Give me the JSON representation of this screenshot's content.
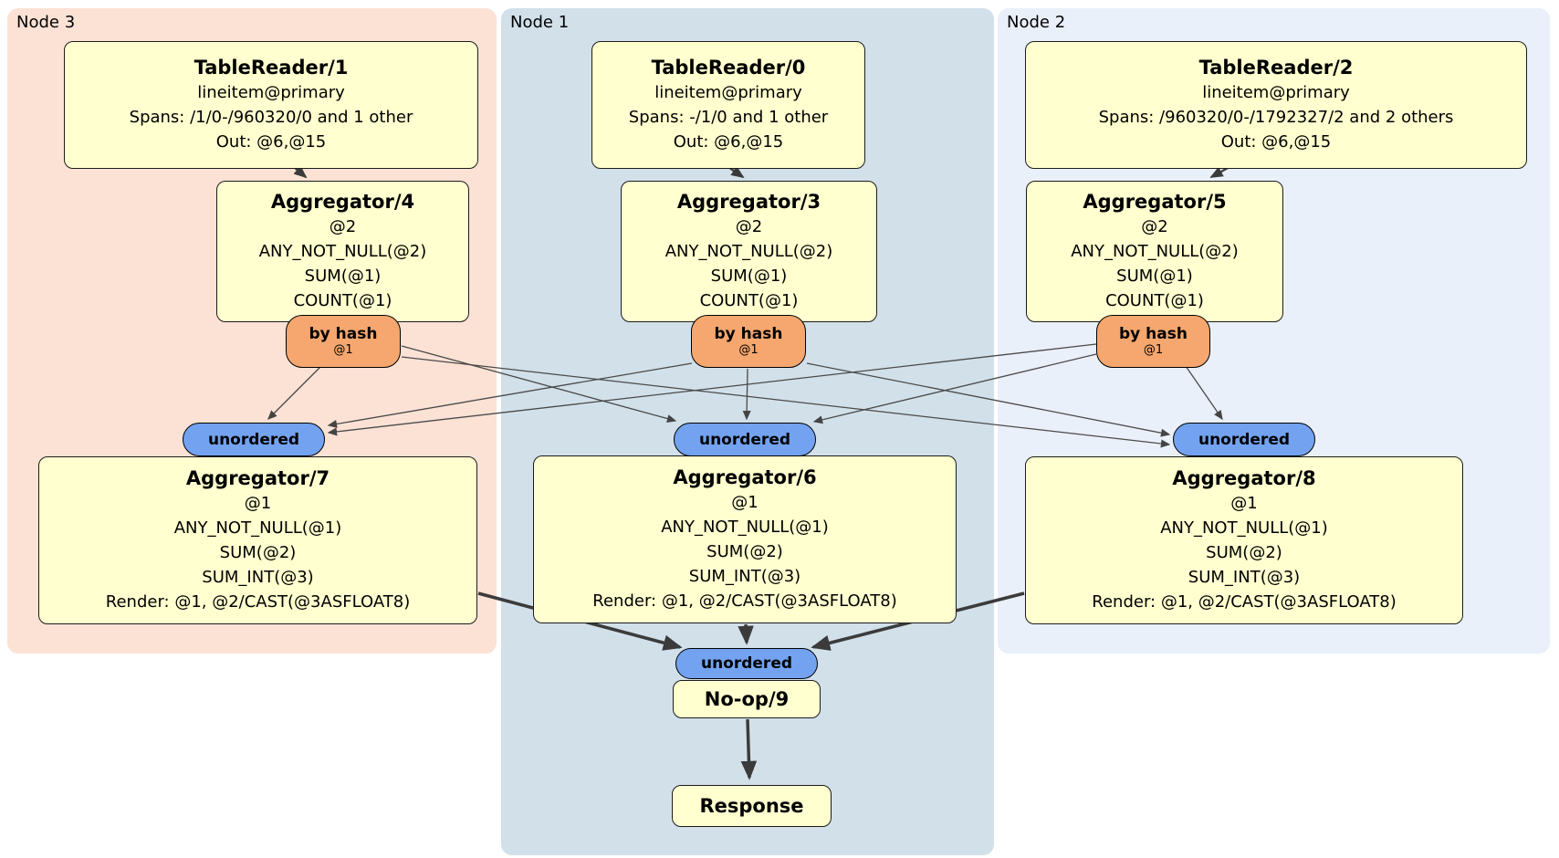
{
  "regions": [
    {
      "label": "Node 3",
      "color": "#fbe2d5"
    },
    {
      "label": "Node 1",
      "color": "#d2e0ea"
    },
    {
      "label": "Node 2",
      "color": "#eaf0fa"
    }
  ],
  "processors": {
    "tablereader1": {
      "title": "TableReader/1",
      "lines": [
        "lineitem@primary",
        "Spans: /1/0-/960320/0 and 1 other",
        "Out: @6,@15"
      ]
    },
    "tablereader0": {
      "title": "TableReader/0",
      "lines": [
        "lineitem@primary",
        "Spans: -/1/0 and 1 other",
        "Out: @6,@15"
      ]
    },
    "tablereader2": {
      "title": "TableReader/2",
      "lines": [
        "lineitem@primary",
        "Spans: /960320/0-/1792327/2 and 2 others",
        "Out: @6,@15"
      ]
    },
    "aggregator4": {
      "title": "Aggregator/4",
      "lines": [
        "@2",
        "ANY_NOT_NULL(@2)",
        "SUM(@1)",
        "COUNT(@1)"
      ]
    },
    "aggregator3": {
      "title": "Aggregator/3",
      "lines": [
        "@2",
        "ANY_NOT_NULL(@2)",
        "SUM(@1)",
        "COUNT(@1)"
      ]
    },
    "aggregator5": {
      "title": "Aggregator/5",
      "lines": [
        "@2",
        "ANY_NOT_NULL(@2)",
        "SUM(@1)",
        "COUNT(@1)"
      ]
    },
    "aggregator7": {
      "title": "Aggregator/7",
      "lines": [
        "@1",
        "ANY_NOT_NULL(@1)",
        "SUM(@2)",
        "SUM_INT(@3)",
        "Render: @1, @2/CAST(@3ASFLOAT8)"
      ]
    },
    "aggregator6": {
      "title": "Aggregator/6",
      "lines": [
        "@1",
        "ANY_NOT_NULL(@1)",
        "SUM(@2)",
        "SUM_INT(@3)",
        "Render: @1, @2/CAST(@3ASFLOAT8)"
      ]
    },
    "aggregator8": {
      "title": "Aggregator/8",
      "lines": [
        "@1",
        "ANY_NOT_NULL(@1)",
        "SUM(@2)",
        "SUM_INT(@3)",
        "Render: @1, @2/CAST(@3ASFLOAT8)"
      ]
    },
    "noop": {
      "title": "No-op/9"
    },
    "response": {
      "title": "Response"
    }
  },
  "routers": [
    {
      "label": "by hash",
      "key": "@1"
    },
    {
      "label": "by hash",
      "key": "@1"
    },
    {
      "label": "by hash",
      "key": "@1"
    }
  ],
  "syncs": [
    {
      "label": "unordered"
    },
    {
      "label": "unordered"
    },
    {
      "label": "unordered"
    },
    {
      "label": "unordered"
    }
  ],
  "colors": {
    "box_fill": "#ffffcf",
    "router_fill": "#f5a76f",
    "sync_fill": "#73a3f0",
    "edge_thin": "#444444",
    "edge_thick": "#3b3b3b",
    "region_node3": "#fbe2d5",
    "region_node1": "#d2e0ea",
    "region_node2": "#eaf0fa"
  }
}
